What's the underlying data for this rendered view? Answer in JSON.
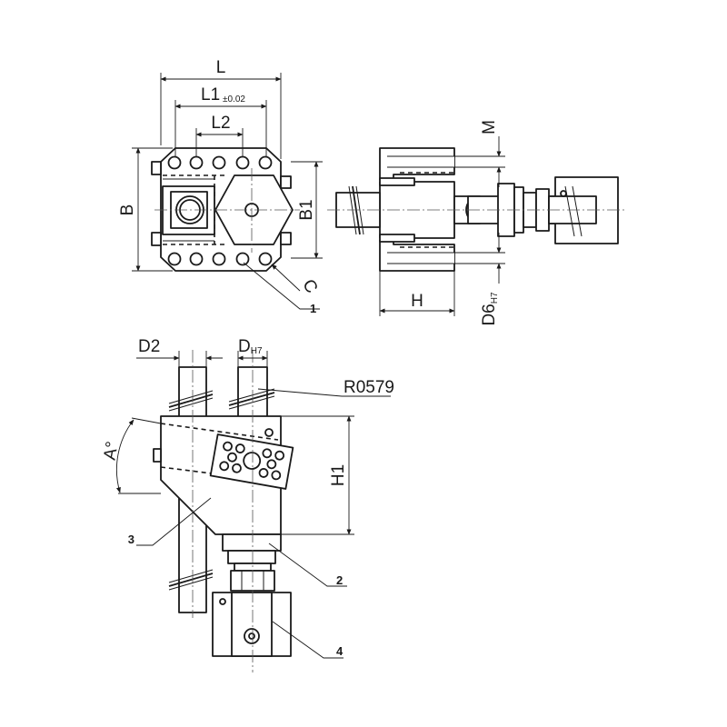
{
  "labels": {
    "L": "L",
    "L1": "L1",
    "L1_tol": "±0.02",
    "L2": "L2",
    "B": "B",
    "B1": "B1",
    "C": "C",
    "M": "M",
    "H": "H",
    "D6": "D6",
    "D6_fit": "H7",
    "D2": "D2",
    "D": "D",
    "D_fit": "H7",
    "A": "A°",
    "H1": "H1",
    "R": "R0579"
  },
  "parts": {
    "p1": "1",
    "p2": "2",
    "p3": "3",
    "p4": "4"
  }
}
